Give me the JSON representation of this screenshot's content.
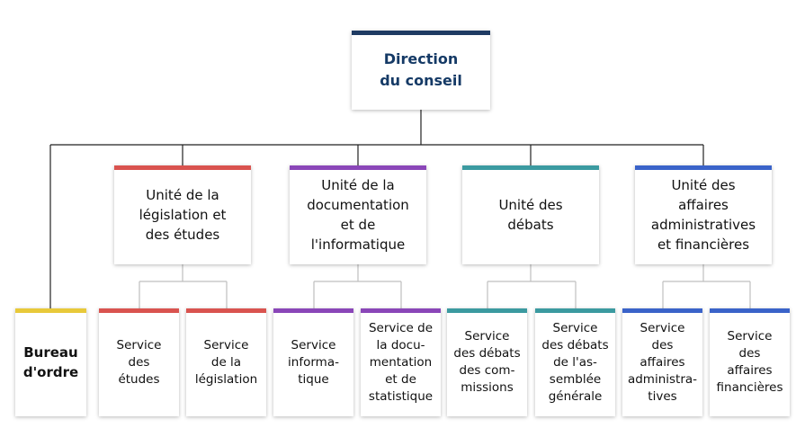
{
  "colors": {
    "root": "#1f3b63",
    "legislation": "#d9534f",
    "documentation": "#8a46b8",
    "debats": "#3b9aa0",
    "affaires": "#3a63c9",
    "bureau": "#e8c93a",
    "line": "#bfbfbf",
    "line_dark": "#222222"
  },
  "root": {
    "label": "Direction\ndu conseil"
  },
  "bureau": {
    "label": "Bureau\nd'ordre"
  },
  "units": [
    {
      "label": "Unité de la\nlégislation et\ndes études",
      "services": [
        "Service\ndes\nétudes",
        "Service\nde la\nlégislation"
      ]
    },
    {
      "label": "Unité de la\ndocumentation\net de\nl'informatique",
      "services": [
        "Service\ninforma-\ntique",
        "Service de\nla docu-\nmentation\net de\nstatistique"
      ]
    },
    {
      "label": "Unité des\ndébats",
      "services": [
        "Service\ndes débats\ndes com-\nmissions",
        "Service\ndes débats\nde l'as-\nsemblée\ngénérale"
      ]
    },
    {
      "label": "Unité des\naffaires\nadministratives\net financières",
      "services": [
        "Service\ndes\naffaires\nadministra-\ntives",
        "Service\ndes\naffaires\nfinancières"
      ]
    }
  ]
}
